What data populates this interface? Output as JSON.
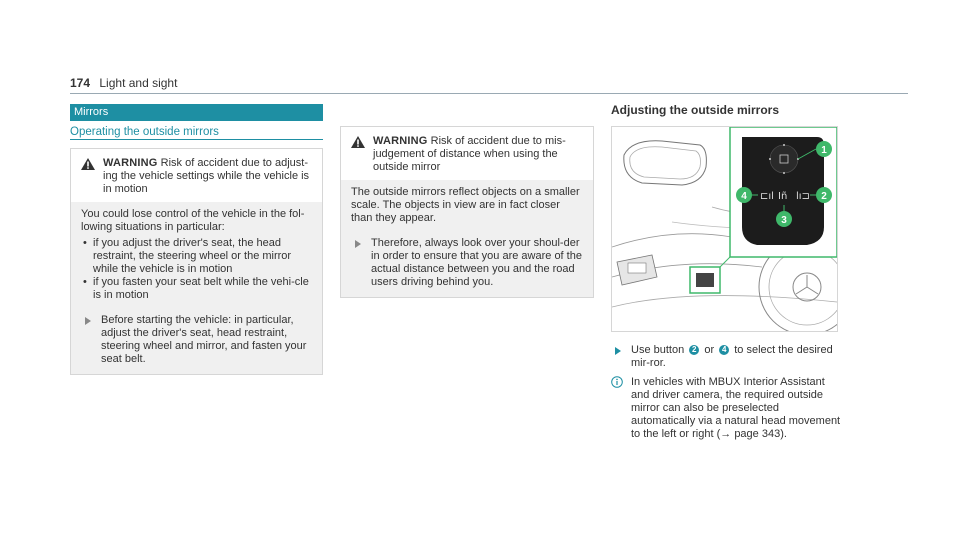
{
  "header": {
    "page_number": "174",
    "title": "Light and sight"
  },
  "section": {
    "title": "Mirrors",
    "subtitle": "Operating the outside mirrors"
  },
  "warning1": {
    "label": "WARNING",
    "headline": "Risk of accident due to adjust-ing the vehicle settings while the vehicle is in motion",
    "body": "You could lose control of the vehicle in the fol-lowing situations in particular:",
    "bullets": [
      "if you adjust the driver's seat, the head restraint, the steering wheel or the mirror while the vehicle is in motion",
      "if you fasten your seat belt while the vehi-cle is in motion"
    ],
    "step": "Before starting the vehicle: in particular, adjust the driver's seat, head restraint, steering wheel and mirror, and fasten your seat belt."
  },
  "warning2": {
    "label": "WARNING",
    "headline": "Risk of accident due to mis-judgement of distance when using the outside mirror",
    "body": "The outside mirrors reflect objects on a smaller scale. The objects in view are in fact closer than they appear.",
    "step": "Therefore, always look over your shoul-der in order to ensure that you are aware of the actual distance between you and the road users driving behind you."
  },
  "adjusting": {
    "title": "Adjusting the outside mirrors",
    "figure_badges": [
      "1",
      "2",
      "3",
      "4"
    ],
    "step_prefix": "Use button",
    "step_btn_a": "2",
    "step_or": "or",
    "step_btn_b": "4",
    "step_suffix": "to select the desired mir-ror.",
    "info": "In vehicles with MBUX Interior Assistant and driver camera, the required outside mirror can also be preselected automatically via a natural head movement to the left or right (→ page 343)."
  },
  "colors": {
    "accent": "#1e8fa3",
    "panel": "#f0f0f0",
    "figure_green": "#3fb86a"
  }
}
